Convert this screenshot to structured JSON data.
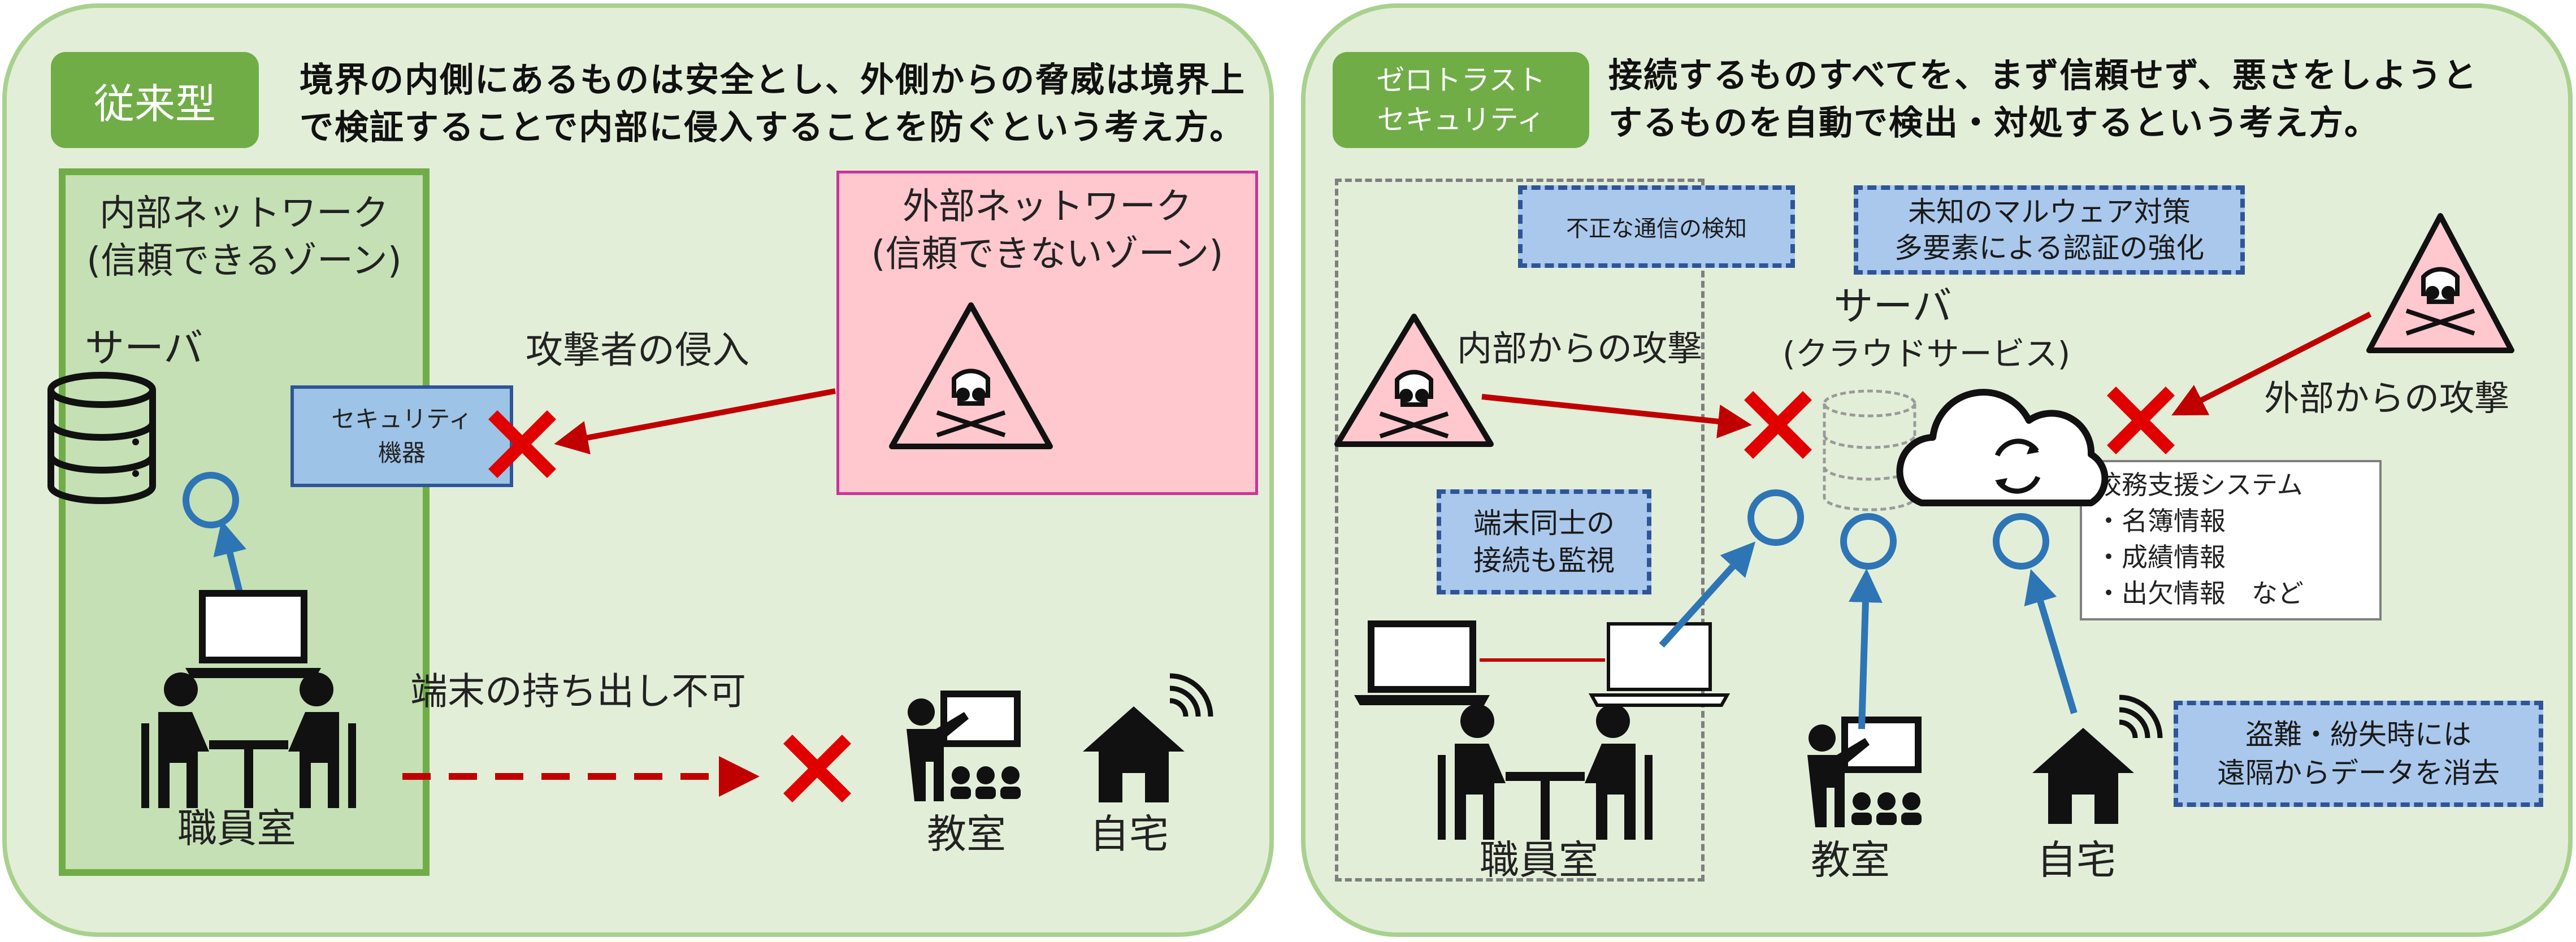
{
  "left": {
    "tag": "従来型",
    "desc": [
      "境界の内側にあるものは安全とし、外側からの脅威は境界上",
      "で検証することで内部に侵入することを防ぐという考え方。"
    ],
    "internal_network": [
      "内部ネットワーク",
      "(信頼できるゾーン)"
    ],
    "external_network": [
      "外部ネットワーク",
      "(信頼できないゾーン)"
    ],
    "server": "サーバ",
    "security_device": [
      "セキュリティ",
      "機器"
    ],
    "attacker_intrusion": "攻撃者の侵入",
    "no_device_takeout": "端末の持ち出し不可",
    "staff_room": "職員室",
    "classroom": "教室",
    "home": "自宅"
  },
  "right": {
    "tag": [
      "ゼロトラスト",
      "セキュリティ"
    ],
    "desc": [
      "接続するものすべてを、まず信頼せず、悪さをしようと",
      "するものを自動で検出・対処するという考え方。"
    ],
    "illegal_comm": "不正な通信の検知",
    "malware": [
      "未知のマルウェア対策",
      "多要素による認証の強化"
    ],
    "server": [
      "サーバ",
      "(クラウドサービス)"
    ],
    "internal_attack": "内部からの攻撃",
    "external_attack": "外部からの攻撃",
    "school_system": {
      "title": "校務支援システム",
      "items": [
        "・名簿情報",
        "・成績情報",
        "・出欠情報　など"
      ]
    },
    "monitor": [
      "端末同士の",
      "接続も監視"
    ],
    "theft": [
      "盗難・紛失時には",
      "遠隔からデータを消去"
    ],
    "staff_room": "職員室",
    "classroom": "教室",
    "home": "自宅"
  },
  "colors": {
    "panel_fill": "#e3eed9",
    "panel_border": "#a9d18e",
    "tag_green": "#70ad47",
    "zone_green": "#c5e0b4",
    "zone_border": "#70ad47",
    "external_pink": "#ffc7ce",
    "external_border": "#cc3399",
    "security_blue": "#9dc3e6",
    "callout_blue": "#a9c8ec",
    "callout_border": "#2f5597",
    "arrow_red": "#c00000",
    "cross_red": "#e00000",
    "circle_blue": "#2e75b6"
  },
  "icons": [
    "database-icon",
    "laptop-icon",
    "meeting-people-icon",
    "teacher-icon",
    "house-wifi-icon",
    "skull-warning-icon",
    "cloud-sync-icon",
    "cross-icon"
  ]
}
